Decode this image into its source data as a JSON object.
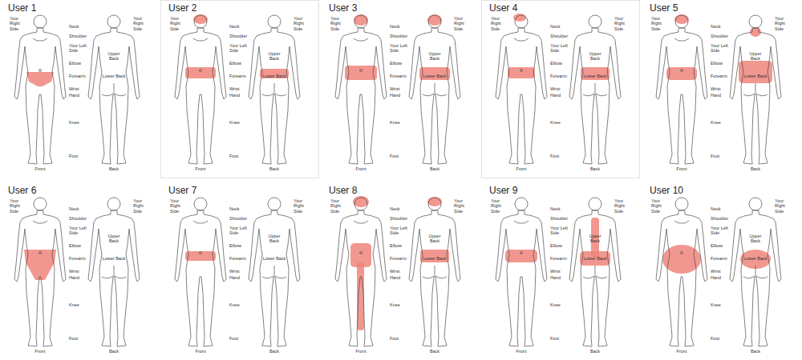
{
  "diagram": {
    "labels": [
      "User 1",
      "Your Right Side",
      "Neck",
      "Your Right Side",
      "Shoulder",
      "Your Left Side",
      "Upper Back",
      "Elbow",
      "Lower Back",
      "Forearm",
      "Wrist",
      "Hand",
      "Knee",
      "Foot",
      "Front",
      "Back",
      "User 2",
      "Your Right Side",
      "Neck",
      "Your Right Side",
      "Shoulder",
      "Your Left Side",
      "Upper Back",
      "Elbow",
      "Lower Back",
      "Forearm",
      "Wrist",
      "Hand",
      "Knee",
      "Foot",
      "Front",
      "Back",
      "User 3",
      "Your Right Side",
      "Neck",
      "Your Right Side",
      "Shoulder",
      "Your Left Side",
      "Upper Back",
      "Elbow",
      "Lower Back",
      "Forearm",
      "Wrist",
      "Hand",
      "Knee",
      "Foot",
      "Front",
      "Back",
      "User 4",
      "Your Right Side",
      "Neck",
      "Your Right Side",
      "Shoulder",
      "Your Left Side",
      "Upper Back",
      "Elbow",
      "Lower Back",
      "Forearm",
      "Wrist",
      "Hand",
      "Knee",
      "Foot",
      "Front",
      "Back",
      "User 5",
      "Your Right Side",
      "Neck",
      "Your Right Side",
      "Shoulder",
      "Your Left Side",
      "Upper Back",
      "Elbow",
      "Lower Back",
      "Forearm",
      "Wrist",
      "Hand",
      "Knee",
      "Foot",
      "Front",
      "Back",
      "User 6",
      "Your Right Side",
      "Neck",
      "Your Right Side",
      "Shoulder",
      "Your Left Side",
      "Upper Back",
      "Elbow",
      "Lower Back",
      "Forearm",
      "Wrist",
      "Hand",
      "Knee",
      "Foot",
      "Front",
      "Back",
      "User 7",
      "Your Right Side",
      "Neck",
      "Your Right Side",
      "Shoulder",
      "Your Left Side",
      "Upper Back",
      "Elbow",
      "Lower Back",
      "Forearm",
      "Wrist",
      "Hand",
      "Knee",
      "Foot",
      "Front",
      "Back",
      "User 8",
      "Your Right Side",
      "Neck",
      "Your Right Side",
      "Shoulder",
      "Your Left Side",
      "Upper Back",
      "Elbow",
      "Lower Back",
      "Forearm",
      "Wrist",
      "Hand",
      "Knee",
      "Foot",
      "Front",
      "Back",
      "User 9",
      "Your Right Side",
      "Neck",
      "Your Right Side",
      "Shoulder",
      "Your Left Side",
      "Upper Back",
      "Elbow",
      "Lower Back",
      "Forearm",
      "Wrist",
      "Hand",
      "Knee",
      "Foot",
      "Front",
      "Back",
      "User 10",
      "Your Right Side",
      "Neck",
      "Your Right Side",
      "Shoulder",
      "Your Left Side",
      "Upper Back",
      "Elbow",
      "Lower Back",
      "Forearm",
      "Wrist",
      "Hand",
      "Knee",
      "Foot",
      "Front",
      "Back"
    ]
  }
}
